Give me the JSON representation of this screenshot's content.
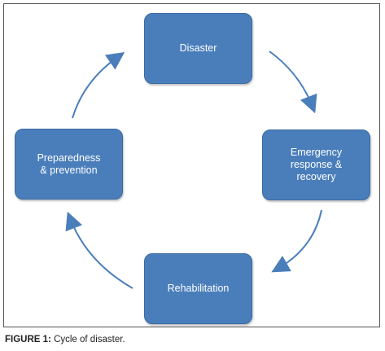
{
  "diagram": {
    "nodes": [
      {
        "id": "disaster",
        "label": "Disaster"
      },
      {
        "id": "emergency",
        "label": "Emergency\nresponse &\nrecovery"
      },
      {
        "id": "rehabilitation",
        "label": "Rehabilitation"
      },
      {
        "id": "preparedness",
        "label": "Preparedness\n& prevention"
      }
    ],
    "edges": [
      {
        "from": "disaster",
        "to": "emergency"
      },
      {
        "from": "emergency",
        "to": "rehabilitation"
      },
      {
        "from": "rehabilitation",
        "to": "preparedness"
      },
      {
        "from": "preparedness",
        "to": "disaster"
      }
    ],
    "colors": {
      "node_fill": "#4a7ebb",
      "arrow": "#4a7ebb",
      "node_text": "#ffffff"
    }
  },
  "caption": {
    "label": "FIGURE 1:",
    "text": " Cycle of disaster."
  }
}
